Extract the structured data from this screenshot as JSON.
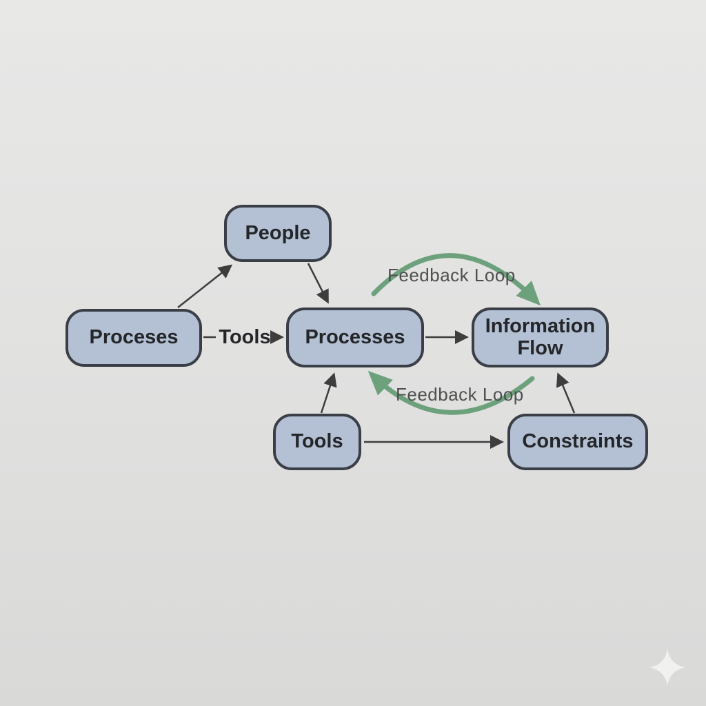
{
  "colors": {
    "bg_top": "#e8e8e7",
    "bg_bottom": "#d9d9d8",
    "node_fill": "#b4c0d3",
    "node_border": "#3a3f47",
    "node_text": "#24262a",
    "edge": "#3d3d3d",
    "feedback": "#6da17c",
    "feedback_text": "#4f4f4f",
    "watermark": "#f1f1f0"
  },
  "nodes": [
    {
      "id": "people",
      "label": "People"
    },
    {
      "id": "proceses-left",
      "label": "Proceses"
    },
    {
      "id": "processes-center",
      "label": "Processes"
    },
    {
      "id": "information-flow",
      "label": "Information Flow"
    },
    {
      "id": "tools",
      "label": "Tools"
    },
    {
      "id": "constraints",
      "label": "Constraints"
    }
  ],
  "edge_labels": {
    "tools": "Tools",
    "feedback_top": "Feedback Loop",
    "feedback_bottom": "Feedback Loop"
  },
  "icons": [
    {
      "name": "sparkle-icon"
    }
  ]
}
